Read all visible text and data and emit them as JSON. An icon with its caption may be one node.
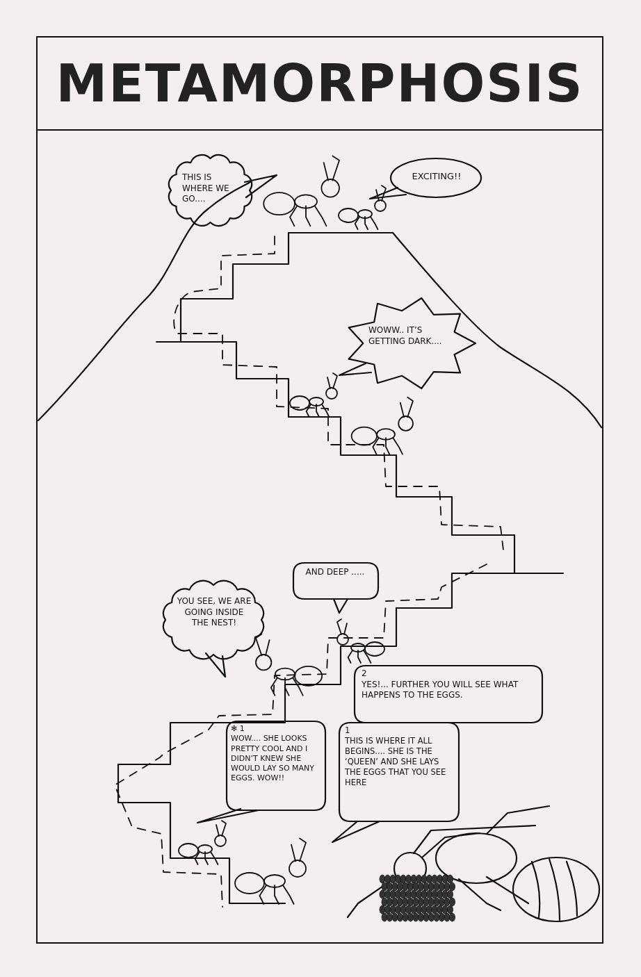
{
  "diagram": {
    "title": "METAMORPHOSIS",
    "nodes": [
      {
        "text": [
          "THIS IS WHERE WE GO...."
        ]
      },
      {
        "text": [
          "EXCITING!!"
        ]
      },
      {
        "text": [
          "WOWW.. IT’S GETTING DARK...."
        ]
      },
      {
        "text": [
          "YOU SEE, WE ARE GOING INSIDE THE NEST!"
        ]
      },
      {
        "text": [
          "AND DEEP ....."
        ]
      },
      {
        "text": [
          "✻ 1",
          "WOW.... SHE LOOKS PRETTY COOL AND I DIDN’T KNEW SHE WOULD LAY SO MANY EGGS. WOW!!"
        ]
      },
      {
        "text": [
          "2",
          "YES!... FURTHER YOU WILL SEE WHAT HAPPENS TO THE EGGS."
        ]
      },
      {
        "text": [
          "1",
          "THIS IS WHERE IT ALL BEGINS.... SHE IS THE ‘QUEEN’ AND SHE LAYS THE EGGS THAT YOU SEE HERE"
        ]
      }
    ]
  }
}
